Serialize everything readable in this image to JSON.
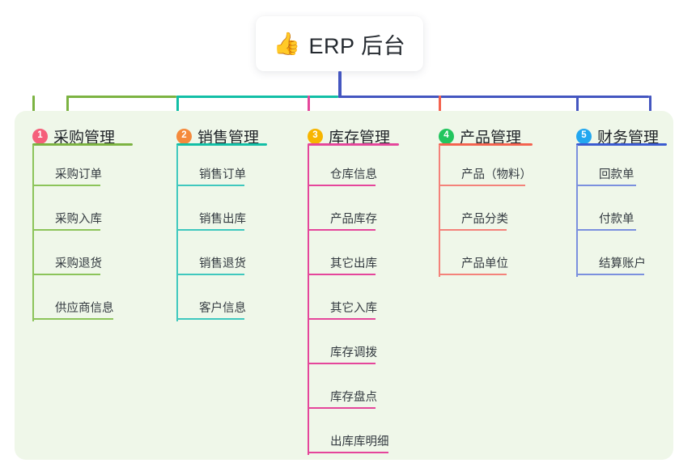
{
  "root": {
    "icon": "thumbs-up-emoji",
    "emoji": "👍",
    "title": "ERP 后台"
  },
  "theme": {
    "page_background": "#ffffff",
    "panel_background": "#eff7e9",
    "root_box_background": "#ffffff",
    "root_text": "#24292f",
    "trunk_color": "#4456c0"
  },
  "connector": {
    "segments": [
      {
        "name": "green-segment",
        "color": "#7cb342"
      },
      {
        "name": "teal-segment",
        "color": "#12bfa6"
      },
      {
        "name": "blue-segment",
        "color": "#4456c0"
      }
    ]
  },
  "columns": [
    {
      "index": "1",
      "label": "采购管理",
      "badge_color": "#f55f7a",
      "rule_color": "#7cb342",
      "line_color": "#8cc45a",
      "drop_color": "#7cb342",
      "rule_width": 124,
      "items": [
        {
          "label": "采购订单",
          "width": 84
        },
        {
          "label": "采购入库",
          "width": 84
        },
        {
          "label": "采购退货",
          "width": 84
        },
        {
          "label": "供应商信息",
          "width": 100
        }
      ]
    },
    {
      "index": "2",
      "label": "销售管理",
      "badge_color": "#f58a3c",
      "rule_color": "#12bfa6",
      "line_color": "#3fc8be",
      "drop_color": "#12bfa6",
      "rule_width": 112,
      "items": [
        {
          "label": "销售订单",
          "width": 84
        },
        {
          "label": "销售出库",
          "width": 84
        },
        {
          "label": "销售退货",
          "width": 84
        },
        {
          "label": "客户信息",
          "width": 84
        }
      ]
    },
    {
      "index": "3",
      "label": "库存管理",
      "badge_color": "#f7b500",
      "rule_color": "#e5469b",
      "line_color": "#e5469b",
      "drop_color": "#e5469b",
      "rule_width": 113,
      "items": [
        {
          "label": "仓库信息",
          "width": 84
        },
        {
          "label": "产品库存",
          "width": 84
        },
        {
          "label": "其它出库",
          "width": 84
        },
        {
          "label": "其它入库",
          "width": 84
        },
        {
          "label": "库存调拨",
          "width": 84
        },
        {
          "label": "库存盘点",
          "width": 84
        },
        {
          "label": "出库库明细",
          "width": 100
        }
      ]
    },
    {
      "index": "4",
      "label": "产品管理",
      "badge_color": "#22c55e",
      "rule_color": "#f4634f",
      "line_color": "#f4827a",
      "drop_color": "#f4634f",
      "rule_width": 116,
      "items": [
        {
          "label": "产品（物料）",
          "width": 107
        },
        {
          "label": "产品分类",
          "width": 84
        },
        {
          "label": "产品单位",
          "width": 84
        }
      ]
    },
    {
      "index": "5",
      "label": "财务管理",
      "badge_color": "#22a7f0",
      "rule_color": "#3b5bd0",
      "line_color": "#7b90de",
      "drop_color": "#4456c0",
      "rule_width": 112,
      "items": [
        {
          "label": "回款单",
          "width": 74
        },
        {
          "label": "付款单",
          "width": 74
        },
        {
          "label": "结算账户",
          "width": 84
        }
      ]
    }
  ]
}
